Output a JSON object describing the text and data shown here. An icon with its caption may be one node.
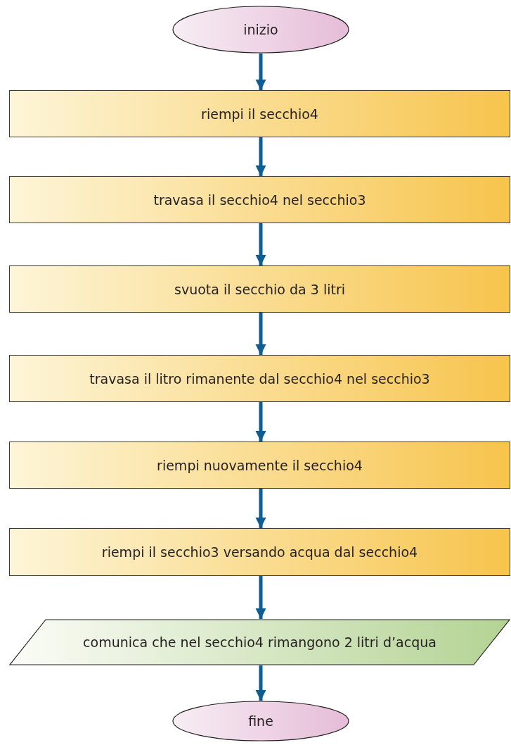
{
  "diagram": {
    "nodes": [
      {
        "text": [
          "inizio"
        ]
      },
      {
        "text": [
          "riempi il secchio4"
        ]
      },
      {
        "text": [
          "travasa il secchio4 nel secchio3"
        ]
      },
      {
        "text": [
          "svuota il secchio da 3 litri"
        ]
      },
      {
        "text": [
          "travasa il litro rimanente dal secchio4 nel secchio3"
        ]
      },
      {
        "text": [
          "riempi nuovamente il secchio4"
        ]
      },
      {
        "text": [
          "riempi il secchio3 versando acqua dal secchio4"
        ]
      },
      {
        "text": [
          "comunica che nel secchio4 rimangono 2 litri d’acqua"
        ]
      },
      {
        "text": [
          "fine"
        ]
      }
    ],
    "edges": [
      {
        "from": 0,
        "to": 1,
        "arrow": "to"
      },
      {
        "from": 1,
        "to": 2,
        "arrow": "to"
      },
      {
        "from": 2,
        "to": 3,
        "arrow": "to"
      },
      {
        "from": 3,
        "to": 4,
        "arrow": "to"
      },
      {
        "from": 4,
        "to": 5,
        "arrow": "to"
      },
      {
        "from": 5,
        "to": 6,
        "arrow": "to"
      },
      {
        "from": 6,
        "to": 7,
        "arrow": "to"
      },
      {
        "from": 7,
        "to": 8,
        "arrow": "to"
      }
    ]
  }
}
